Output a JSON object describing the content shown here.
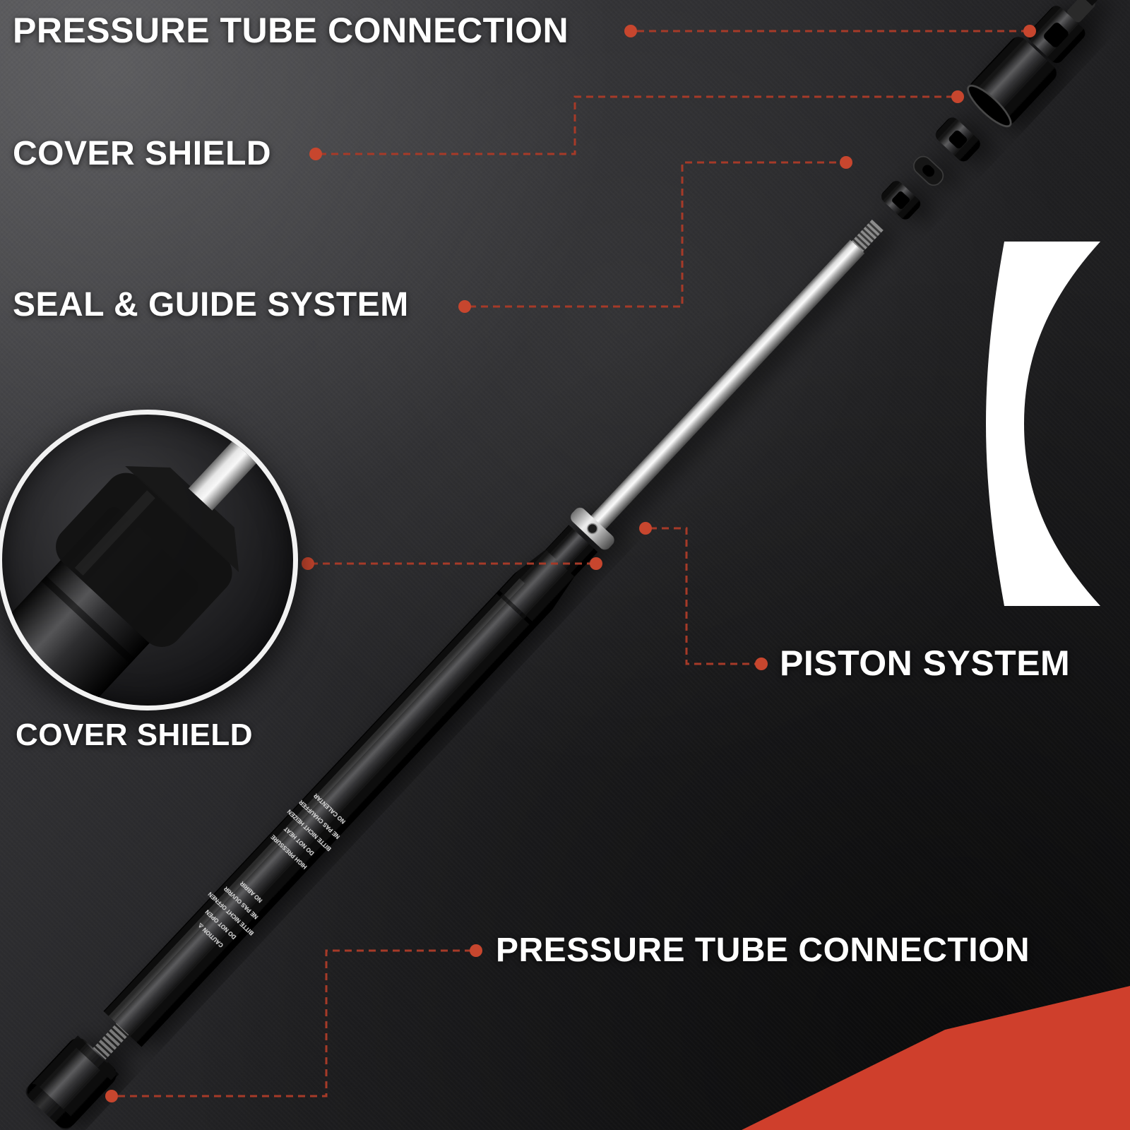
{
  "colors": {
    "accent_red": "#c7462e",
    "leader_line_red": "#a63a28",
    "label_white": "#ffffff",
    "background_dark": "#1c1c1e"
  },
  "labels": {
    "pressure_tube_top": "PRESSURE TUBE CONNECTION",
    "cover_shield_top": "COVER SHIELD",
    "seal_guide": "SEAL & GUIDE SYSTEM",
    "cover_shield_inset": "COVER SHIELD",
    "piston_system": "PISTON SYSTEM",
    "pressure_tube_bottom": "PRESSURE TUBE CONNECTION"
  },
  "strut_markings": {
    "caution": [
      "CAUTION ⚠",
      "DO NOT OPEN",
      "BITTE NICHT OFFNEN",
      "NE PAS OUVRIR",
      "NO ABRIR"
    ],
    "pressure": [
      "HIGH PRESSURE",
      "DO NOT HEAT",
      "BITTE NICHT HEIZEN",
      "NE PAS CHAUFFER",
      "NO CALENTAR"
    ]
  }
}
